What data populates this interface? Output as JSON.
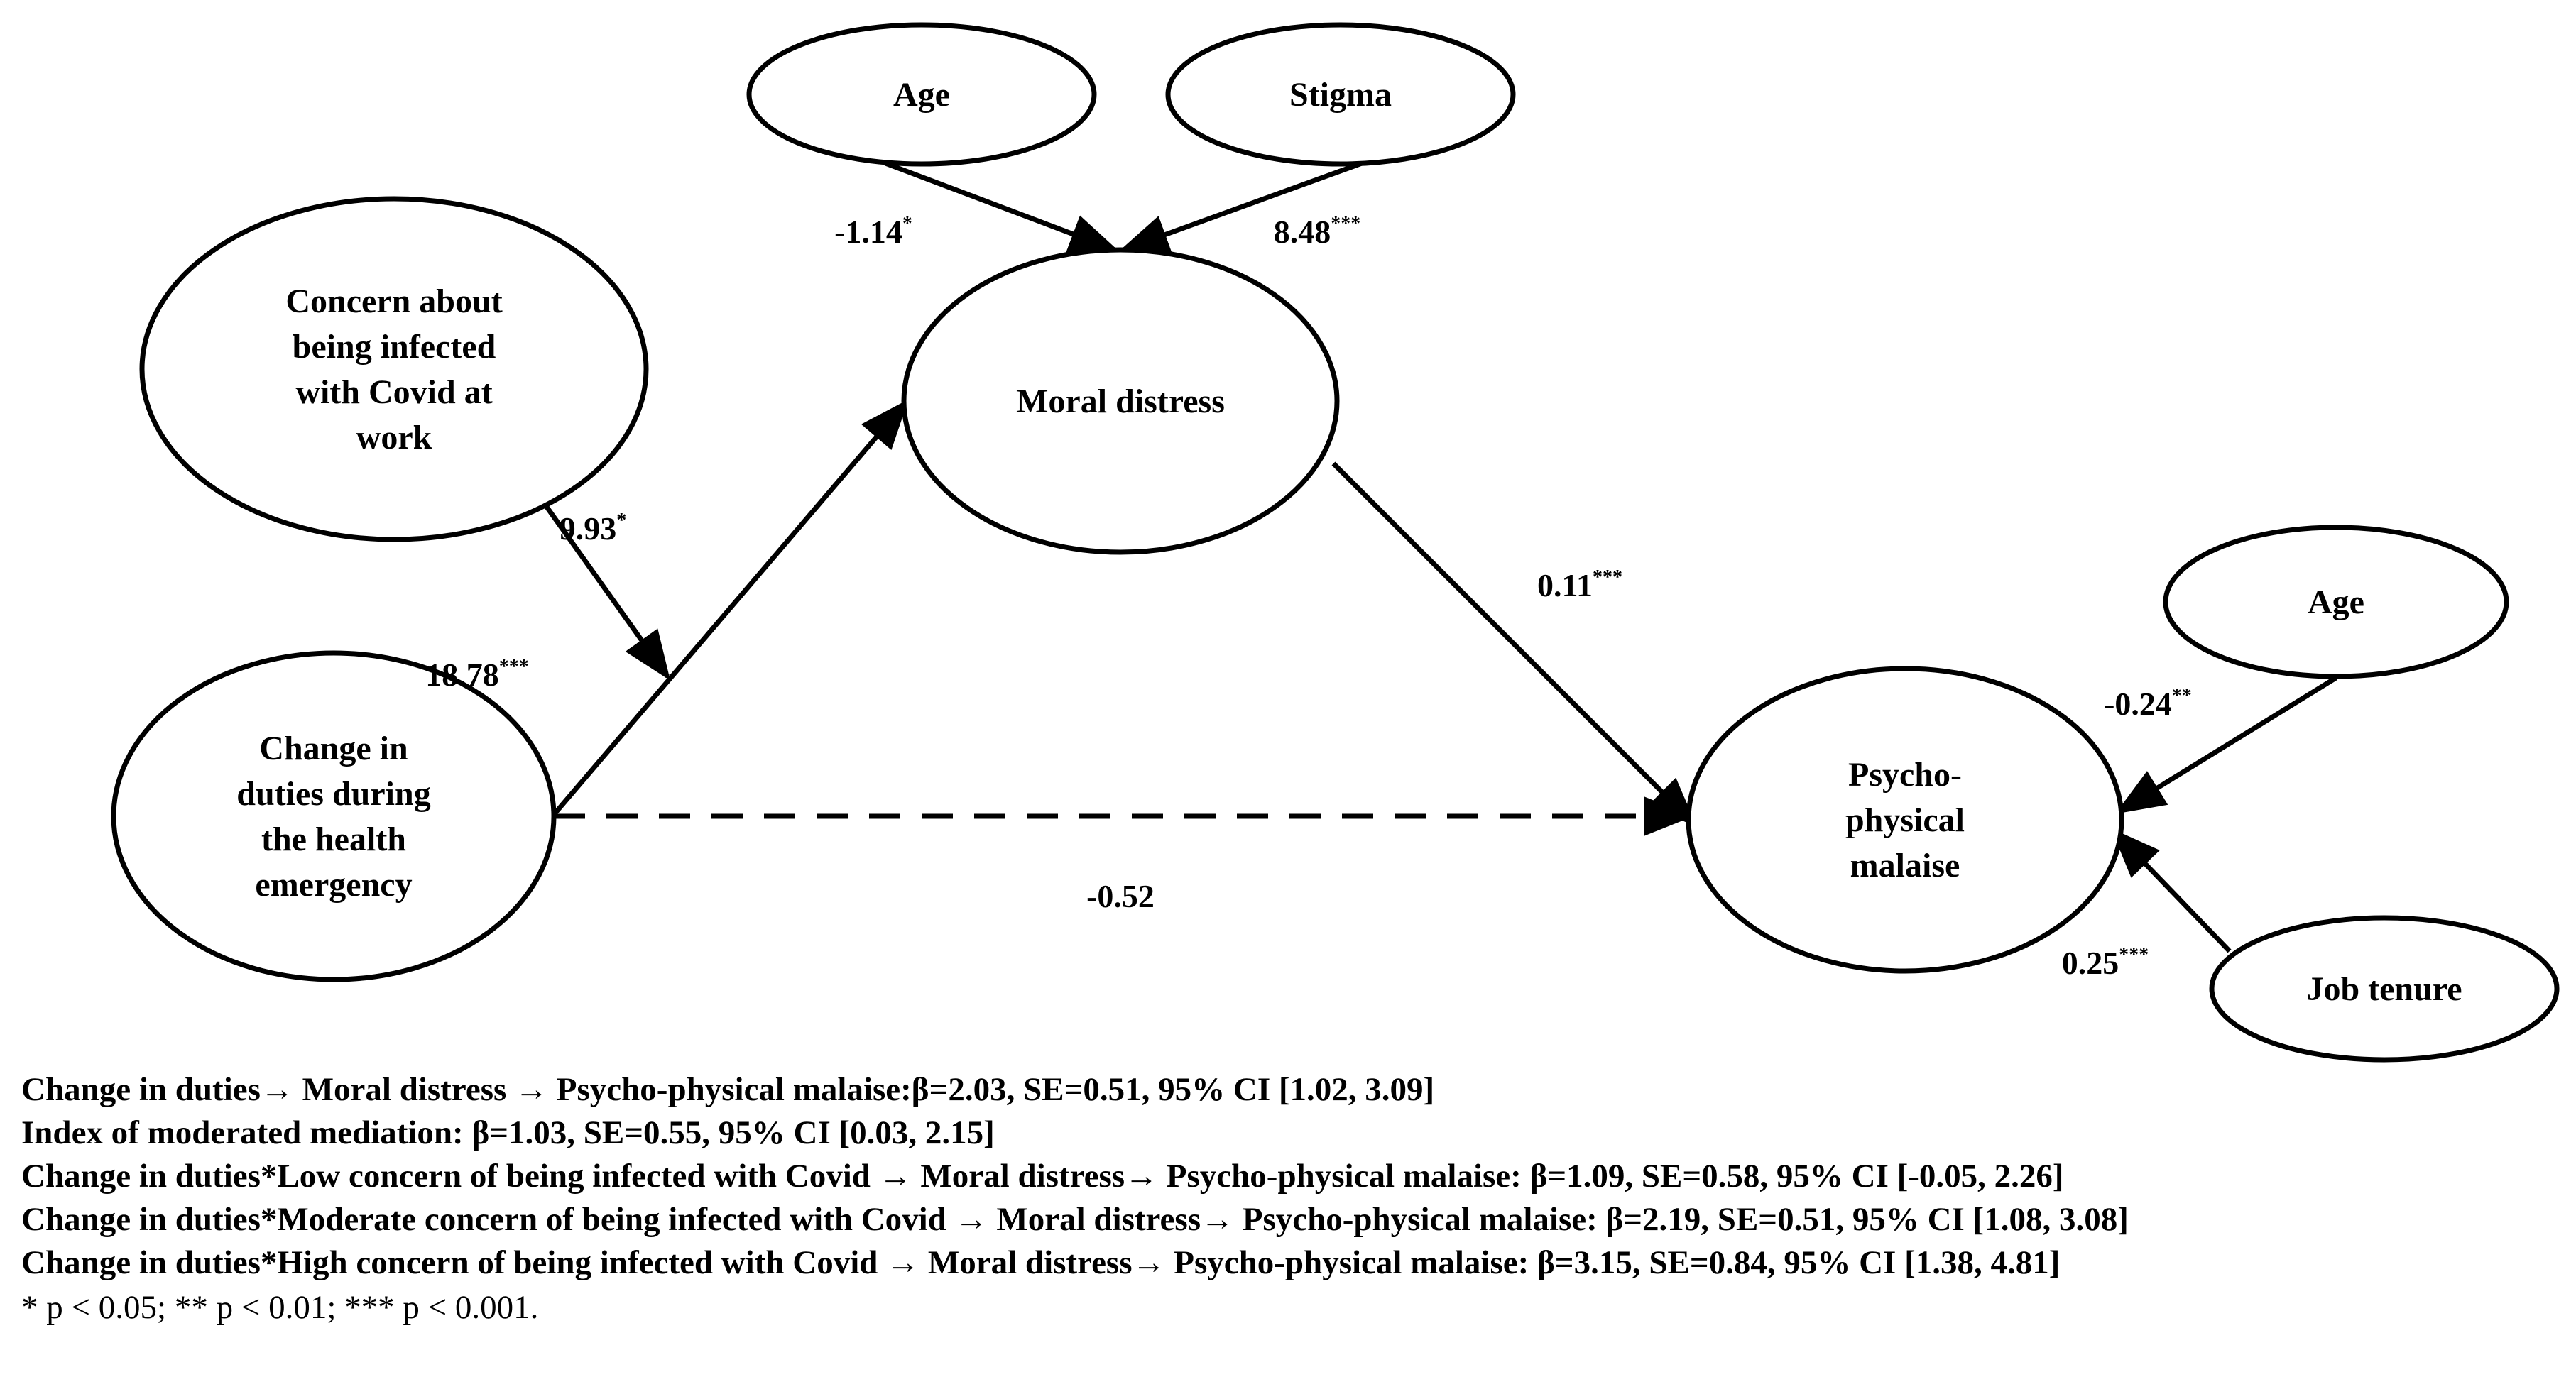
{
  "nodes": [
    {
      "id": "age_top",
      "lines": [
        "Age"
      ]
    },
    {
      "id": "stigma",
      "lines": [
        "Stigma"
      ]
    },
    {
      "id": "concern",
      "lines": [
        "Concern about",
        "being infected",
        "with Covid at",
        "work"
      ]
    },
    {
      "id": "moral_distress",
      "lines": [
        "Moral distress"
      ]
    },
    {
      "id": "change_duties",
      "lines": [
        "Change in",
        "duties during",
        "the health",
        "emergency"
      ]
    },
    {
      "id": "psycho",
      "lines": [
        "Psycho-",
        "physical",
        "malaise"
      ]
    },
    {
      "id": "age_right",
      "lines": [
        "Age"
      ]
    },
    {
      "id": "job_tenure",
      "lines": [
        "Job tenure"
      ]
    }
  ],
  "edges": [
    {
      "id": "age_to_moral",
      "from": "age_top",
      "to": "moral_distress",
      "coef": "-1.14",
      "sig": "*",
      "dashed": false
    },
    {
      "id": "stigma_to_moral",
      "from": "stigma",
      "to": "moral_distress",
      "coef": "8.48",
      "sig": "***",
      "dashed": false
    },
    {
      "id": "concern_moderation",
      "from": "concern",
      "to": "change_to_moral_path",
      "coef": "9.93",
      "sig": "*",
      "dashed": false
    },
    {
      "id": "change_to_moral",
      "from": "change_duties",
      "to": "moral_distress",
      "coef": "18.78",
      "sig": "***",
      "dashed": false
    },
    {
      "id": "moral_to_psycho",
      "from": "moral_distress",
      "to": "psycho",
      "coef": "0.11",
      "sig": "***",
      "dashed": false
    },
    {
      "id": "change_to_psycho",
      "from": "change_duties",
      "to": "psycho",
      "coef": "-0.52",
      "sig": "",
      "dashed": true
    },
    {
      "id": "age_to_psycho",
      "from": "age_right",
      "to": "psycho",
      "coef": "-0.24",
      "sig": "**",
      "dashed": false
    },
    {
      "id": "tenure_to_psycho",
      "from": "job_tenure",
      "to": "psycho",
      "coef": "0.25",
      "sig": "***",
      "dashed": false
    }
  ],
  "notes": [
    "Change in duties→ Moral distress → Psycho-physical malaise:β=2.03,  SE=0.51, 95% CI [1.02, 3.09]",
    "Index of moderated mediation: β=1.03, SE=0.55, 95% CI [0.03, 2.15]",
    "Change in duties*Low concern of being infected with Covid → Moral distress→ Psycho-physical malaise: β=1.09, SE=0.58, 95% CI [-0.05, 2.26]",
    "Change in duties*Moderate concern of being infected with Covid → Moral distress→ Psycho-physical malaise: β=2.19, SE=0.51, 95% CI [1.08, 3.08]",
    "Change in duties*High concern of being infected with Covid → Moral distress→ Psycho-physical malaise: β=3.15, SE=0.84, 95% CI [1.38, 4.81]"
  ],
  "significance_note": "* p < 0.05; ** p < 0.01; *** p < 0.001."
}
